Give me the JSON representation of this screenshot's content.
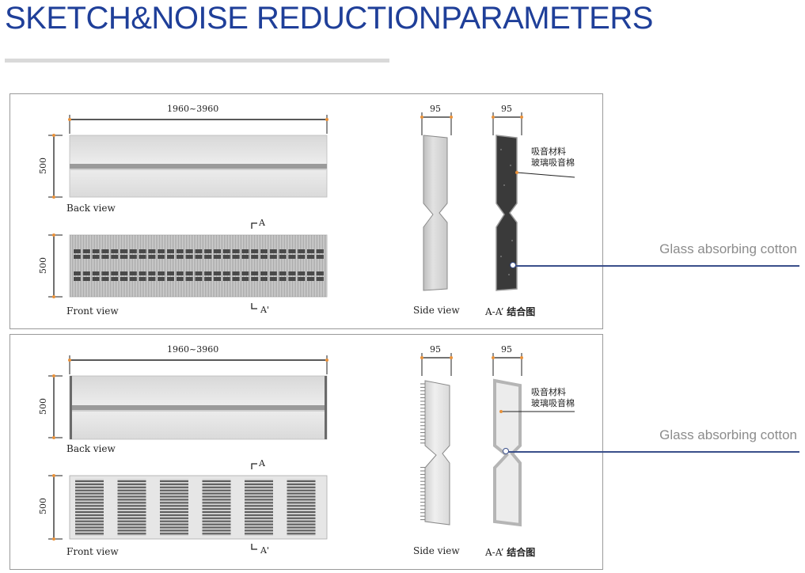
{
  "page": {
    "title": "SKETCH&NOISE REDUCTIONPARAMETERS"
  },
  "panels": [
    {
      "width_dim": "1960~3960",
      "height_dim_back": "500",
      "height_dim_front": "500",
      "back_label": "Back view",
      "front_label": "Front view",
      "section_top": "A",
      "section_bottom": "A'",
      "side_width_dim": "95",
      "section_width_dim": "95",
      "side_label": "Side view",
      "section_label_prefix": "A-A’",
      "section_label_cn": "结合图",
      "material_cn_line1": "吸音材料",
      "material_cn_line2": "玻璃吸音棉",
      "callout": "Glass absorbing cotton"
    },
    {
      "width_dim": "1960~3960",
      "height_dim_back": "500",
      "height_dim_front": "500",
      "back_label": "Back view",
      "front_label": "Front view",
      "section_top": "A",
      "section_bottom": "A'",
      "side_width_dim": "95",
      "section_width_dim": "95",
      "side_label": "Side view",
      "section_label_prefix": "A-A’",
      "section_label_cn": "结合图",
      "material_cn_line1": "吸音材料",
      "material_cn_line2": "玻璃吸音棉",
      "callout": "Glass absorbing cotton"
    }
  ],
  "colors": {
    "title": "#1f3f99",
    "callout_line": "#3a4f8a",
    "callout_text": "#8c8c8c",
    "dimension_tick": "#e8913a",
    "panel_border": "#9a9a9a",
    "cotton_dark": "#3a3a3a",
    "cotton_light": "#ececec"
  }
}
